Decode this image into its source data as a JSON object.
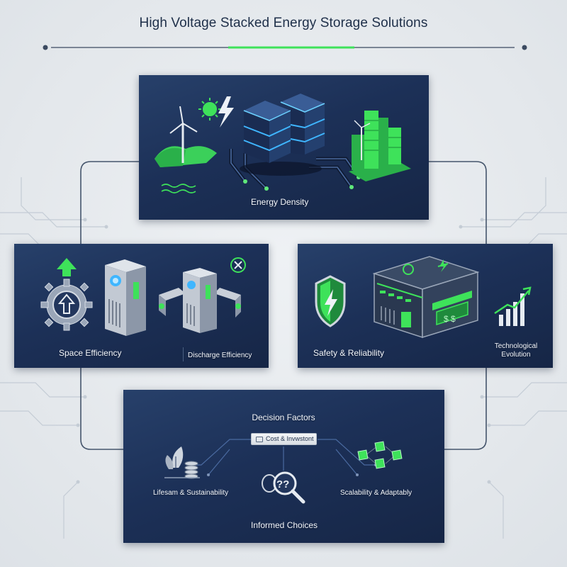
{
  "title": "High Voltage Stacked Energy Storage Solutions",
  "colors": {
    "accent_green": "#3ee25a",
    "panel_navy": "#1c3057",
    "line_navy": "#3e4e66",
    "title_text": "#1e2f49"
  },
  "panels": {
    "energy_density": {
      "label": "Energy Density",
      "icons": [
        "wind-turbine-icon",
        "sun-icon",
        "lightning-icon",
        "battery-stack-icon",
        "city-buildings-icon"
      ]
    },
    "space_efficiency": {
      "label": "Space Efficiency",
      "secondary_label": "Discharge Efficiency",
      "icons": [
        "gear-arrow-icon",
        "up-arrow-icon",
        "server-cabinet-icon",
        "connected-cabinet-icon",
        "close-circle-icon"
      ]
    },
    "safety": {
      "label": "Safety & Reliability",
      "secondary_label_line1": "Technological",
      "secondary_label_line2": "Evolution",
      "icons": [
        "shield-lightning-icon",
        "battery-module-icon",
        "growth-chart-icon"
      ]
    },
    "decision": {
      "title": "Decision Factors",
      "tag_label": "Cost & Invwstont",
      "lifespan_label": "Lifesam & Sustainability",
      "scalability_label": "Scalability & Adaptably",
      "outcome_label": "Informed Choices",
      "icons": [
        "leaf-coins-icon",
        "question-magnifier-icon",
        "cubes-network-icon"
      ]
    }
  }
}
